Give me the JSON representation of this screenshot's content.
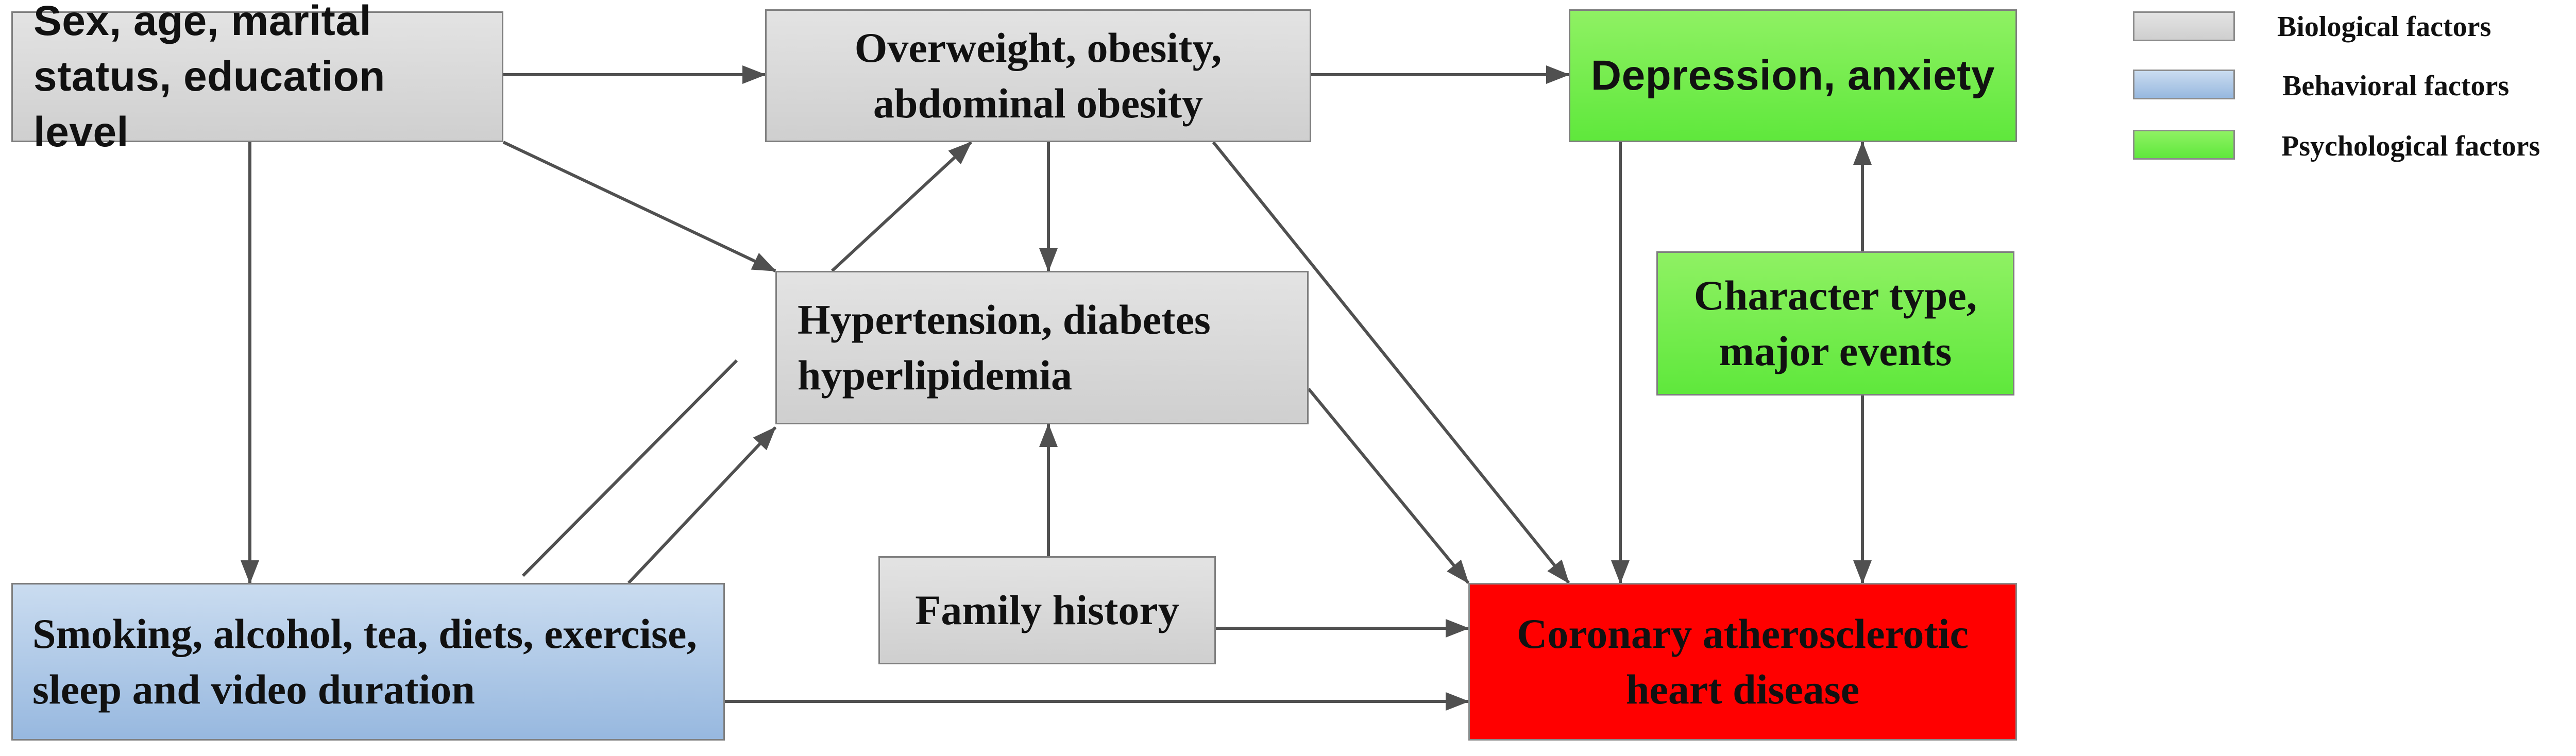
{
  "nodes": {
    "demographics": "Sex, age, marital status, education level",
    "obesity": "Overweight, obesity, abdominal obesity",
    "depression": "Depression, anxiety",
    "chronic": "Hypertension, diabetes hyperlipidemia",
    "character": "Character type, major events",
    "family": "Family history",
    "lifestyle": "Smoking, alcohol, tea, diets, exercise, sleep and video duration",
    "chd": "Coronary atherosclerotic heart disease"
  },
  "legend": [
    {
      "label": "Biological factors",
      "color": "#d8d8d8"
    },
    {
      "label": "Behavioral factors",
      "color": "#a9c4e6"
    },
    {
      "label": "Psychological factors",
      "color": "#6ded45"
    }
  ],
  "colors": {
    "biological": "#d8d8d8",
    "behavioral": "#a9c4e6",
    "psychological": "#6ded45",
    "outcome": "#ff0000",
    "arrow": "#505050"
  },
  "edges": [
    {
      "from": "demographics",
      "to": "obesity"
    },
    {
      "from": "demographics",
      "to": "chronic"
    },
    {
      "from": "demographics",
      "to": "lifestyle"
    },
    {
      "from": "obesity",
      "to": "depression"
    },
    {
      "from": "obesity",
      "to": "chronic"
    },
    {
      "from": "obesity",
      "to": "chd"
    },
    {
      "from": "lifestyle",
      "to": "obesity"
    },
    {
      "from": "lifestyle",
      "to": "chronic"
    },
    {
      "from": "lifestyle",
      "to": "chd"
    },
    {
      "from": "chronic",
      "to": "chd"
    },
    {
      "from": "family",
      "to": "chronic"
    },
    {
      "from": "family",
      "to": "chd"
    },
    {
      "from": "depression",
      "to": "chd"
    },
    {
      "from": "character",
      "to": "depression"
    },
    {
      "from": "character",
      "to": "chd"
    }
  ]
}
